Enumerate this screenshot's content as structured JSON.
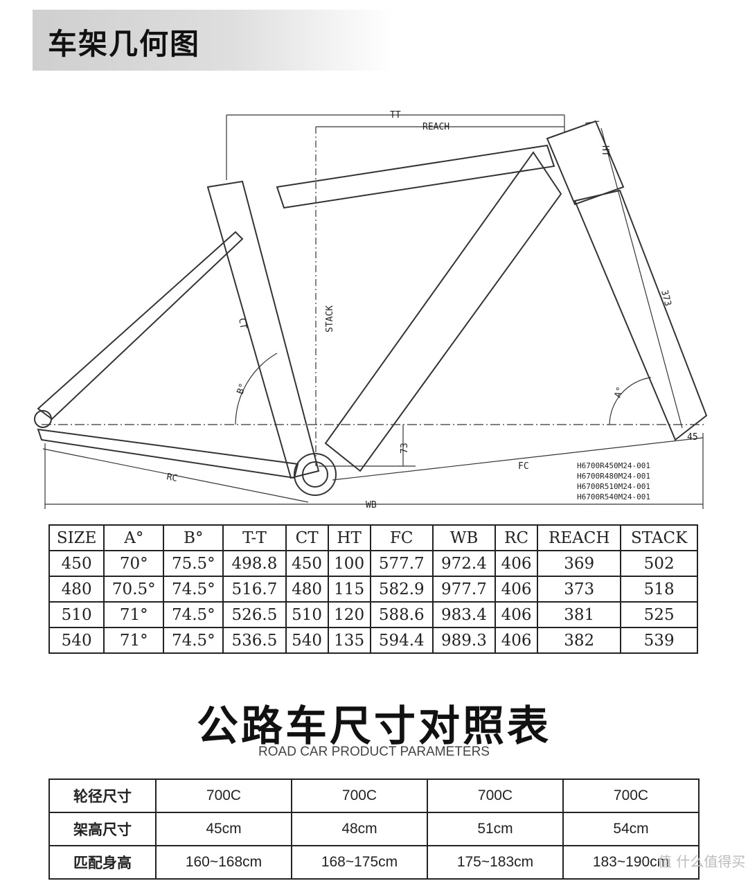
{
  "header": {
    "title": "车架几何图"
  },
  "diagram": {
    "labels": {
      "tt": "TT",
      "reach": "REACH",
      "ht": "HT",
      "stack": "STACK",
      "ct": "CT",
      "fork_len": "373",
      "angle_b": "B°",
      "angle_a": "A°",
      "bb_drop": "73",
      "fork_offset": "45",
      "fc": "FC",
      "rc": "RC",
      "wb": "WB"
    },
    "models": [
      "H6700R450M24-001",
      "H6700R480M24-001",
      "H6700R510M24-001",
      "H6700R540M24-001"
    ]
  },
  "geometry_table": {
    "headers": [
      "SIZE",
      "A°",
      "B°",
      "T-T",
      "CT",
      "HT",
      "FC",
      "WB",
      "RC",
      "REACH",
      "STACK"
    ],
    "rows": [
      [
        "450",
        "70°",
        "75.5°",
        "498.8",
        "450",
        "100",
        "577.7",
        "972.4",
        "406",
        "369",
        "502"
      ],
      [
        "480",
        "70.5°",
        "74.5°",
        "516.7",
        "480",
        "115",
        "582.9",
        "977.7",
        "406",
        "373",
        "518"
      ],
      [
        "510",
        "71°",
        "74.5°",
        "526.5",
        "510",
        "120",
        "588.6",
        "983.4",
        "406",
        "381",
        "525"
      ],
      [
        "540",
        "71°",
        "74.5°",
        "536.5",
        "540",
        "135",
        "594.4",
        "989.3",
        "406",
        "382",
        "539"
      ]
    ]
  },
  "size_chart": {
    "title": "公路车尺寸对照表",
    "subtitle": "ROAD CAR PRODUCT PARAMETERS",
    "rows": [
      {
        "label": "轮径尺寸",
        "values": [
          "700C",
          "700C",
          "700C",
          "700C"
        ]
      },
      {
        "label": "架高尺寸",
        "values": [
          "45cm",
          "48cm",
          "51cm",
          "54cm"
        ]
      },
      {
        "label": "匹配身高",
        "values": [
          "160~168cm",
          "168~175cm",
          "175~183cm",
          "183~190cm"
        ]
      }
    ]
  },
  "watermark": "值 什么值得买"
}
